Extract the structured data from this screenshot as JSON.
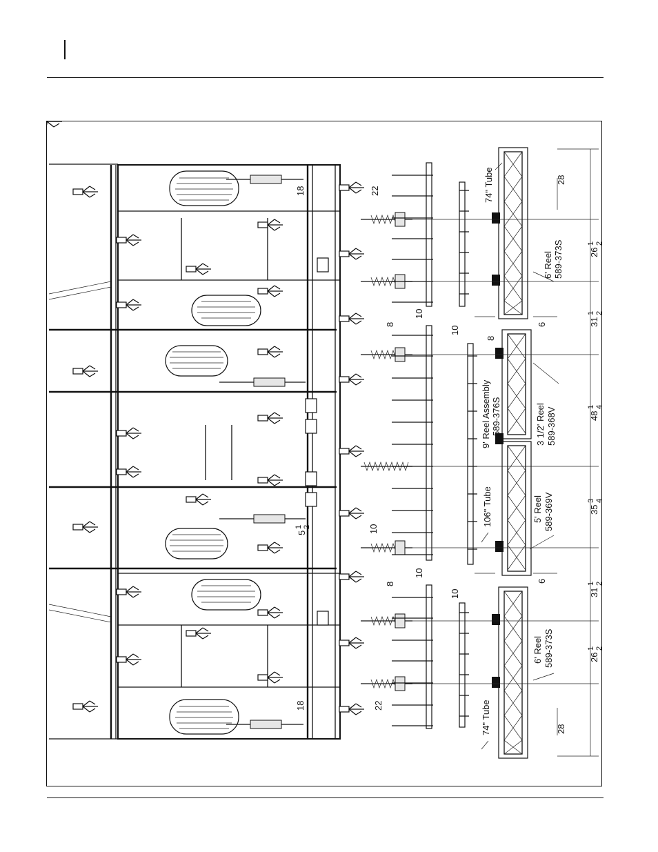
{
  "diagram": {
    "labels": {
      "tube_74_top": "74\" Tube",
      "reel_6_top_name": "6' Reel",
      "reel_6_top_part": "589-373S",
      "reel_9_assembly_name": "9' Reel Assembly",
      "reel_9_assembly_part": "589-376S",
      "reel_3half_name": "3 1/2' Reel",
      "reel_3half_part": "589-368V",
      "tube_106": "106\" Tube",
      "reel_5_name": "5' Reel",
      "reel_5_part": "589-369V",
      "reel_6_bottom_name": "6' Reel",
      "reel_6_bottom_part": "589-373S",
      "tube_74_bottom": "74\" Tube"
    },
    "dimensions": {
      "d28_top": "28",
      "d26_top_whole": "26",
      "d26_top_num": "1",
      "d26_top_den": "2",
      "d31_top_whole": "31",
      "d31_top_num": "1",
      "d31_top_den": "2",
      "d48_whole": "48",
      "d48_num": "1",
      "d48_den": "4",
      "d35_whole": "35",
      "d35_num": "3",
      "d35_den": "4",
      "d31_bot_whole": "31",
      "d31_bot_num": "1",
      "d31_bot_den": "2",
      "d26_bot_whole": "26",
      "d26_bot_num": "1",
      "d26_bot_den": "2",
      "d28_bot": "28",
      "d22_top": "22",
      "d22_bot": "22",
      "d18_top": "18",
      "d18_bot": "18",
      "d8_a": "8",
      "d8_b": "8",
      "d8_c": "8",
      "d10_a": "10",
      "d10_b": "10",
      "d10_c": "10",
      "d10_d": "10",
      "d10_e": "10",
      "d6_a": "6",
      "d6_b": "6",
      "d5_whole": "5",
      "d5_num": "1",
      "d5_den": "2"
    }
  }
}
